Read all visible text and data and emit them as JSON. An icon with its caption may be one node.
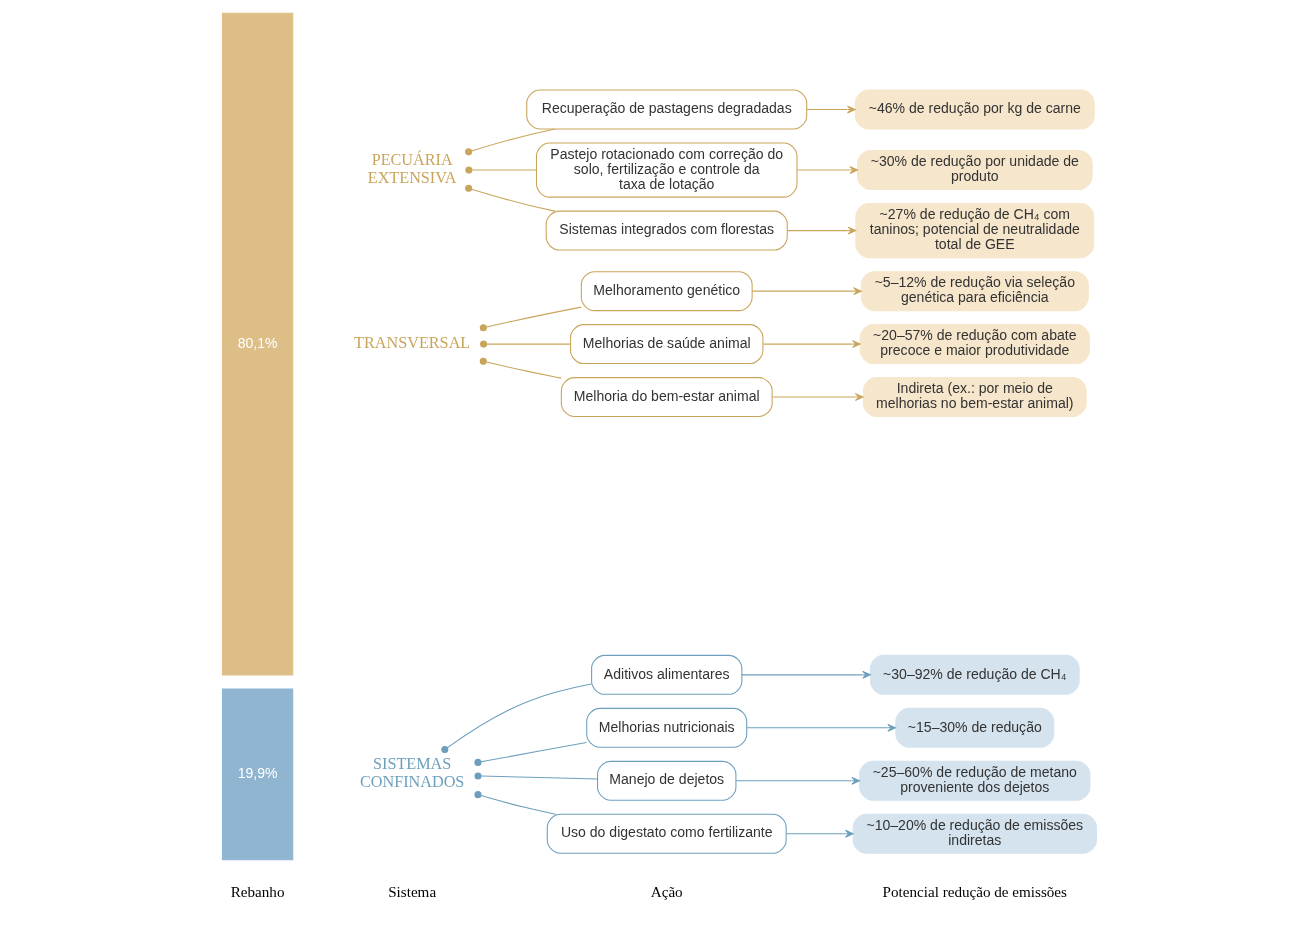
{
  "diagram": {
    "nodes": [
      {
        "text": [
          "19,9%"
        ]
      },
      {
        "text": [
          "80,1%"
        ]
      },
      {
        "text": [
          "SISTEMAS CONFINADOS"
        ]
      },
      {
        "text": [
          "Aditivos alimentares"
        ]
      },
      {
        "text": [
          "Melhorias nutricionais"
        ]
      },
      {
        "text": [
          "Manejo de dejetos"
        ]
      },
      {
        "text": [
          "Uso do digestato como fertilizante"
        ]
      },
      {
        "text": [
          "~30–92% de redução de CH₄"
        ]
      },
      {
        "text": [
          "~15–30% de redução"
        ]
      },
      {
        "text": [
          "~25–60% de redução de metano proveniente dos dejetos"
        ]
      },
      {
        "text": [
          "~10–20% de redução de emissões indiretas"
        ]
      },
      {
        "text": [
          "PECUÁRIA EXTENSIVA"
        ]
      },
      {
        "text": [
          "Recuperação de pastagens degradadas"
        ]
      },
      {
        "text": [
          "Pastejo rotacionado com correção do solo, fertilização e controle da taxa de lotação"
        ]
      },
      {
        "text": [
          "Sistemas integrados com florestas"
        ]
      },
      {
        "text": [
          "~46% de redução por kg de carne"
        ]
      },
      {
        "text": [
          "~30% de redução por unidade de produto"
        ]
      },
      {
        "text": [
          "~27% de redução de CH₄ com taninos; potencial de neutralidade total de GEE"
        ]
      },
      {
        "text": [
          "TRANSVERSAL"
        ]
      },
      {
        "text": [
          "Melhoramento genético"
        ]
      },
      {
        "text": [
          "Melhorias de saúde animal"
        ]
      },
      {
        "text": [
          "Melhoria do bem-estar animal"
        ]
      },
      {
        "text": [
          "~5–12% de redução via seleção genética para eficiência"
        ]
      },
      {
        "text": [
          "~20–57% de redução com abate precoce e maior produtividade"
        ]
      },
      {
        "text": [
          "Indireta (ex.: por meio de melhorias no bem-estar animal)"
        ]
      }
    ],
    "edges": [
      {
        "from": 2,
        "to": 3,
        "arrow": "other",
        "color": "#6d9fbd"
      },
      {
        "from": 2,
        "to": 4,
        "arrow": "other",
        "color": "#6d9fbd"
      },
      {
        "from": 2,
        "to": 5,
        "arrow": "other",
        "color": "#6d9fbd"
      },
      {
        "from": 2,
        "to": 6,
        "arrow": "other",
        "color": "#6d9fbd"
      },
      {
        "from": 3,
        "to": 7,
        "arrow": "to",
        "color": "#6d9fbd"
      },
      {
        "from": 4,
        "to": 8,
        "arrow": "to",
        "color": "#6d9fbd"
      },
      {
        "from": 5,
        "to": 9,
        "arrow": "to",
        "color": "#6d9fbd"
      },
      {
        "from": 6,
        "to": 10,
        "arrow": "to",
        "color": "#6d9fbd"
      },
      {
        "from": 11,
        "to": 12,
        "arrow": "other"
      },
      {
        "from": 11,
        "to": 13,
        "arrow": "other"
      },
      {
        "from": 11,
        "to": 14,
        "arrow": "other"
      },
      {
        "from": 12,
        "to": 15,
        "arrow": "to"
      },
      {
        "from": 13,
        "to": 16,
        "arrow": "to"
      },
      {
        "from": 14,
        "to": 17,
        "arrow": "to"
      },
      {
        "from": 18,
        "to": 19,
        "arrow": "other"
      },
      {
        "from": 18,
        "to": 20,
        "arrow": "other"
      },
      {
        "from": 18,
        "to": 21,
        "arrow": "other"
      },
      {
        "from": 19,
        "to": 22,
        "arrow": "to"
      },
      {
        "from": 20,
        "to": 23,
        "arrow": "to"
      },
      {
        "from": 21,
        "to": 24,
        "arrow": "to"
      }
    ],
    "labels": [
      "Rebanho",
      "Sistema",
      "Ação",
      "Potencial redução de emissões"
    ]
  }
}
